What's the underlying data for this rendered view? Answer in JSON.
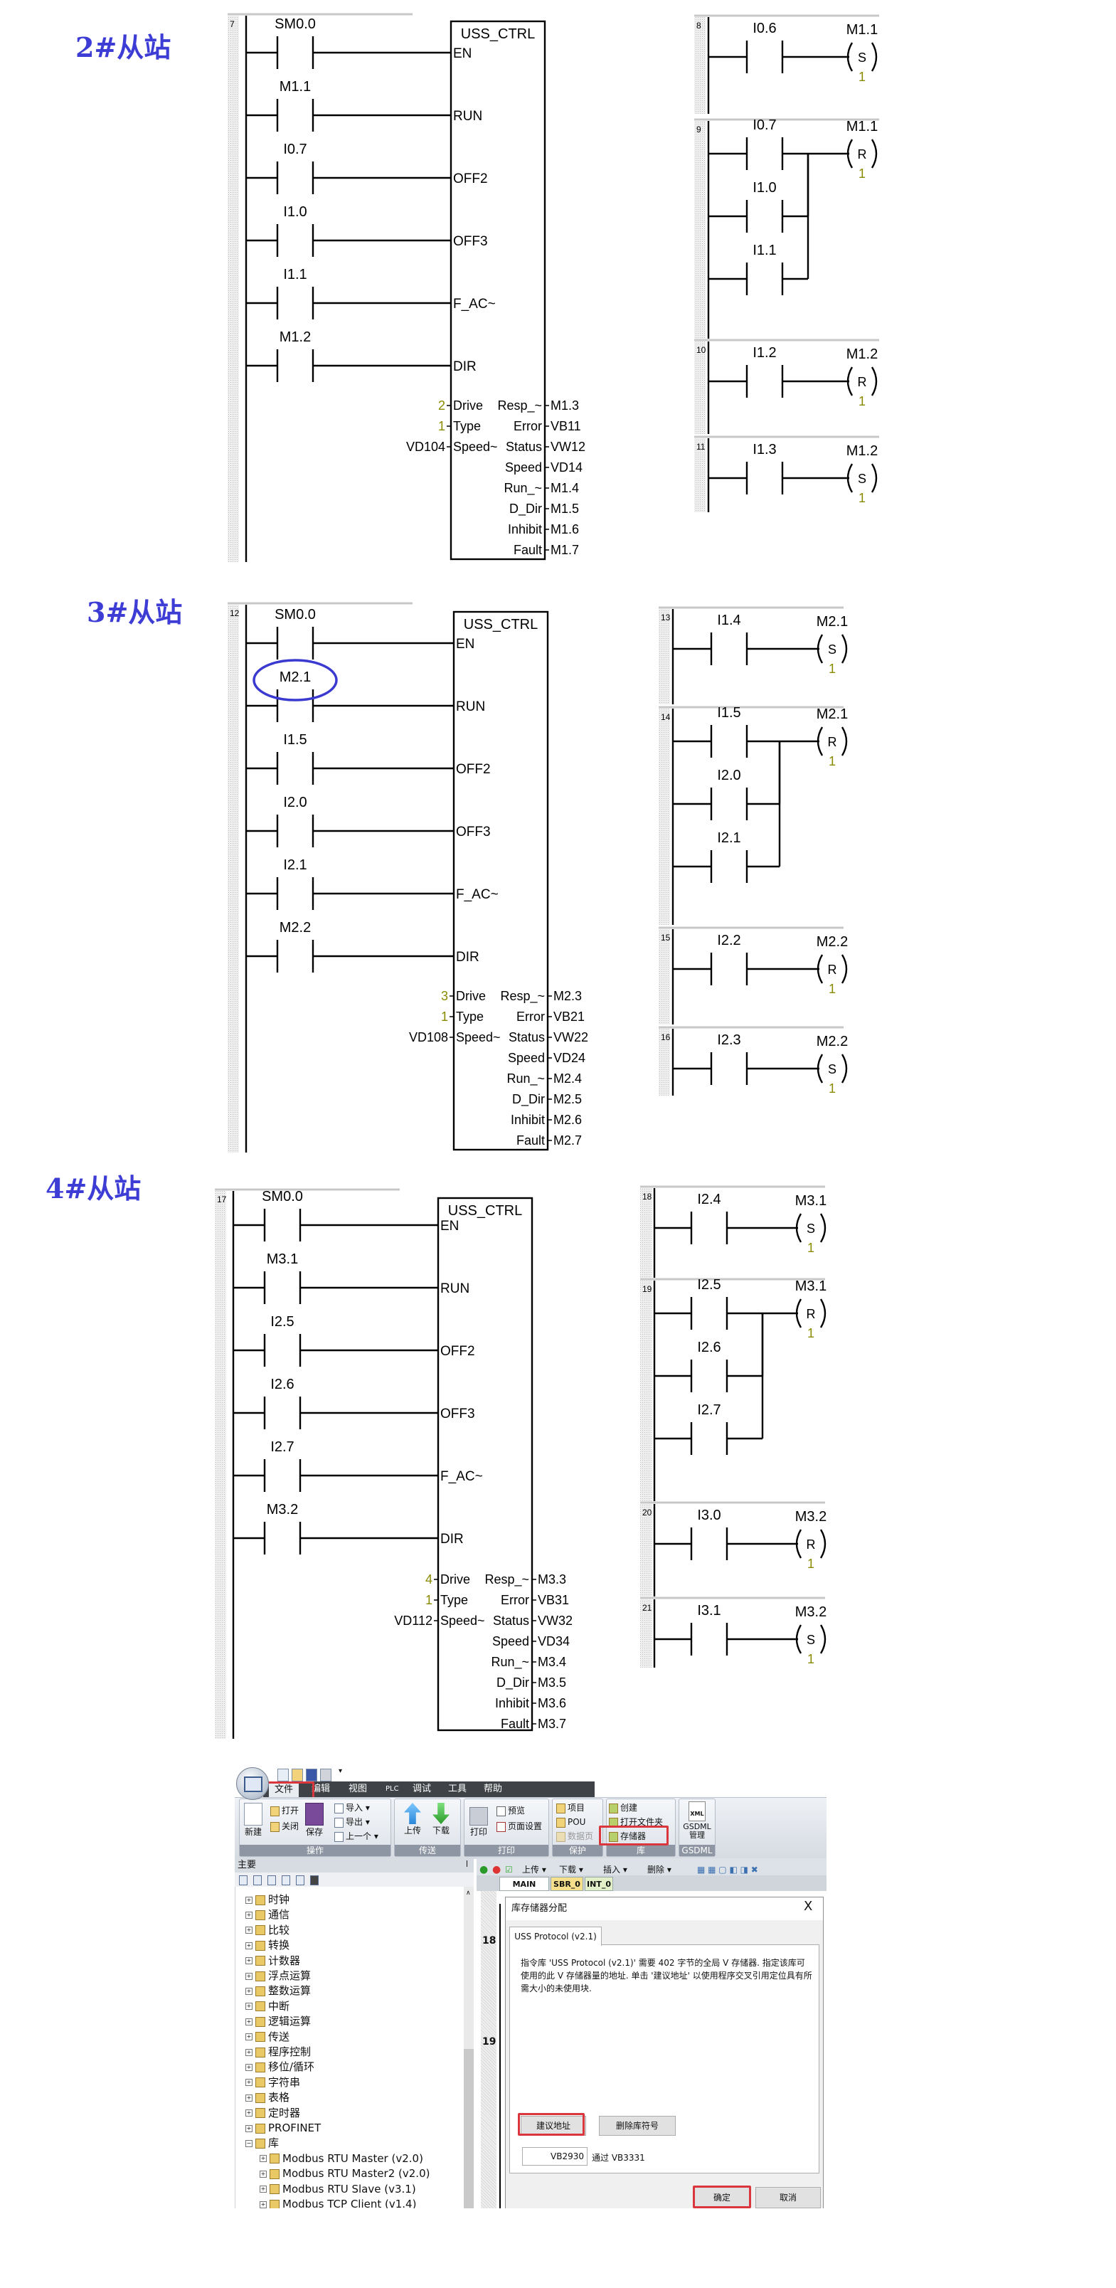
{
  "colors": {
    "title": "#3d3dd6",
    "param_const": "#8a8a00",
    "highlight_ellipse": "#3a3ad0",
    "red_box": "#d9363e"
  },
  "sections": [
    {
      "title": "2#从站",
      "main": {
        "network": "7",
        "block": "USS_CTRL",
        "inputs": [
          {
            "contact": "SM0.0",
            "pin": "EN"
          },
          {
            "contact": "M1.1",
            "pin": "RUN"
          },
          {
            "contact": "I0.7",
            "pin": "OFF2"
          },
          {
            "contact": "I1.0",
            "pin": "OFF3"
          },
          {
            "contact": "I1.1",
            "pin": "F_AC~"
          },
          {
            "contact": "M1.2",
            "pin": "DIR"
          }
        ],
        "params_left": [
          {
            "value": "2",
            "pin": "Drive"
          },
          {
            "value": "1",
            "pin": "Type"
          },
          {
            "value": "VD104",
            "pin": "Speed~"
          }
        ],
        "params_right": [
          {
            "pin": "Resp_~",
            "value": "M1.3"
          },
          {
            "pin": "Error",
            "value": "VB11"
          },
          {
            "pin": "Status",
            "value": "VW12"
          },
          {
            "pin": "Speed",
            "value": "VD14"
          },
          {
            "pin": "Run_~",
            "value": "M1.4"
          },
          {
            "pin": "D_Dir",
            "value": "M1.5"
          },
          {
            "pin": "Inhibit",
            "value": "M1.6"
          },
          {
            "pin": "Fault",
            "value": "M1.7"
          }
        ]
      },
      "side": [
        {
          "network": "8",
          "contacts": [
            "I0.6"
          ],
          "coil": "M1.1",
          "coil_type": "S",
          "coil_n": "1"
        },
        {
          "network": "9",
          "contacts": [
            "I0.7",
            "I1.0",
            "I1.1"
          ],
          "coil": "M1.1",
          "coil_type": "R",
          "coil_n": "1"
        },
        {
          "network": "10",
          "contacts": [
            "I1.2"
          ],
          "coil": "M1.2",
          "coil_type": "R",
          "coil_n": "1"
        },
        {
          "network": "11",
          "contacts": [
            "I1.3"
          ],
          "coil": "M1.2",
          "coil_type": "S",
          "coil_n": "1"
        }
      ]
    },
    {
      "title": "3#从站",
      "main": {
        "network": "12",
        "block": "USS_CTRL",
        "inputs": [
          {
            "contact": "SM0.0",
            "pin": "EN"
          },
          {
            "contact": "M2.1",
            "pin": "RUN"
          },
          {
            "contact": "I1.5",
            "pin": "OFF2"
          },
          {
            "contact": "I2.0",
            "pin": "OFF3"
          },
          {
            "contact": "I2.1",
            "pin": "F_AC~"
          },
          {
            "contact": "M2.2",
            "pin": "DIR"
          }
        ],
        "params_left": [
          {
            "value": "3",
            "pin": "Drive"
          },
          {
            "value": "1",
            "pin": "Type"
          },
          {
            "value": "VD108",
            "pin": "Speed~"
          }
        ],
        "params_right": [
          {
            "pin": "Resp_~",
            "value": "M2.3"
          },
          {
            "pin": "Error",
            "value": "VB21"
          },
          {
            "pin": "Status",
            "value": "VW22"
          },
          {
            "pin": "Speed",
            "value": "VD24"
          },
          {
            "pin": "Run_~",
            "value": "M2.4"
          },
          {
            "pin": "D_Dir",
            "value": "M2.5"
          },
          {
            "pin": "Inhibit",
            "value": "M2.6"
          },
          {
            "pin": "Fault",
            "value": "M2.7"
          }
        ]
      },
      "side": [
        {
          "network": "13",
          "contacts": [
            "I1.4"
          ],
          "coil": "M2.1",
          "coil_type": "S",
          "coil_n": "1"
        },
        {
          "network": "14",
          "contacts": [
            "I1.5",
            "I2.0",
            "I2.1"
          ],
          "coil": "M2.1",
          "coil_type": "R",
          "coil_n": "1"
        },
        {
          "network": "15",
          "contacts": [
            "I2.2"
          ],
          "coil": "M2.2",
          "coil_type": "R",
          "coil_n": "1"
        },
        {
          "network": "16",
          "contacts": [
            "I2.3"
          ],
          "coil": "M2.2",
          "coil_type": "S",
          "coil_n": "1"
        }
      ]
    },
    {
      "title": "4#从站",
      "main": {
        "network": "17",
        "block": "USS_CTRL",
        "inputs": [
          {
            "contact": "SM0.0",
            "pin": "EN"
          },
          {
            "contact": "M3.1",
            "pin": "RUN"
          },
          {
            "contact": "I2.5",
            "pin": "OFF2"
          },
          {
            "contact": "I2.6",
            "pin": "OFF3"
          },
          {
            "contact": "I2.7",
            "pin": "F_AC~"
          },
          {
            "contact": "M3.2",
            "pin": "DIR"
          }
        ],
        "params_left": [
          {
            "value": "4",
            "pin": "Drive"
          },
          {
            "value": "1",
            "pin": "Type"
          },
          {
            "value": "VD112",
            "pin": "Speed~"
          }
        ],
        "params_right": [
          {
            "pin": "Resp_~",
            "value": "M3.3"
          },
          {
            "pin": "Error",
            "value": "VB31"
          },
          {
            "pin": "Status",
            "value": "VW32"
          },
          {
            "pin": "Speed",
            "value": "VD34"
          },
          {
            "pin": "Run_~",
            "value": "M3.4"
          },
          {
            "pin": "D_Dir",
            "value": "M3.5"
          },
          {
            "pin": "Inhibit",
            "value": "M3.6"
          },
          {
            "pin": "Fault",
            "value": "M3.7"
          }
        ]
      },
      "side": [
        {
          "network": "18",
          "contacts": [
            "I2.4"
          ],
          "coil": "M3.1",
          "coil_type": "S",
          "coil_n": "1"
        },
        {
          "network": "19",
          "contacts": [
            "I2.5",
            "I2.6",
            "I2.7"
          ],
          "coil": "M3.1",
          "coil_type": "R",
          "coil_n": "1"
        },
        {
          "network": "20",
          "contacts": [
            "I3.0"
          ],
          "coil": "M3.2",
          "coil_type": "R",
          "coil_n": "1"
        },
        {
          "network": "21",
          "contacts": [
            "I3.1"
          ],
          "coil": "M3.2",
          "coil_type": "S",
          "coil_n": "1"
        }
      ]
    }
  ],
  "app": {
    "menu": [
      "文件",
      "编辑",
      "视图",
      "PLC",
      "调试",
      "工具",
      "帮助"
    ],
    "ribbon": {
      "groups": [
        "操作",
        "传送",
        "打印",
        "保护",
        "库",
        "GSDML"
      ],
      "new": "新建",
      "open": "打开",
      "close": "关闭",
      "save": "保存",
      "import": "导入 ▾",
      "export": "导出 ▾",
      "previous": "上一个 ▾",
      "upload": "上传",
      "download": "下载",
      "print": "打印",
      "preview": "预览",
      "page_setup": "页面设置",
      "project": "项目",
      "pou": "POU",
      "data_page": "数据页",
      "create": "创建",
      "open_folder": "打开文件夹",
      "memory": "存储器",
      "gsdml_icon": "XML",
      "gsdml_manage": "GSDML\n管理"
    },
    "panel_title": "主要",
    "tree": [
      "时钟",
      "通信",
      "比较",
      "转换",
      "计数器",
      "浮点运算",
      "整数运算",
      "中断",
      "逻辑运算",
      "传送",
      "程序控制",
      "移位/循环",
      "字符串",
      "表格",
      "定时器",
      "PROFINET",
      "库",
      "Modbus RTU Master (v2.0)",
      "Modbus RTU Master2 (v2.0)",
      "Modbus RTU Slave (v3.1)",
      "Modbus TCP Client (v1.4)"
    ],
    "toolbar": {
      "upload": "上传 ▾",
      "download": "下载 ▾",
      "insert": "插入 ▾",
      "delete": "删除 ▾"
    },
    "tabs": [
      "MAIN",
      "SBR_0",
      "INT_0"
    ],
    "editor_networks": [
      "18",
      "19"
    ],
    "dialog": {
      "title": "库存储器分配",
      "close": "X",
      "tab": "USS Protocol (v2.1)",
      "message": "指令库 'USS Protocol (v2.1)' 需要 402 字节的全局 V 存储器. 指定该库可使用的此 V 存储器量的地址. 单击 '建议地址' 以使用程序交叉引用定位具有所需大小的未使用块.",
      "suggest_address": "建议地址",
      "delete_symbols": "删除库符号",
      "address_start": "VB2930",
      "address_end": "通过 VB3331",
      "ok": "确定",
      "cancel": "取消"
    }
  }
}
